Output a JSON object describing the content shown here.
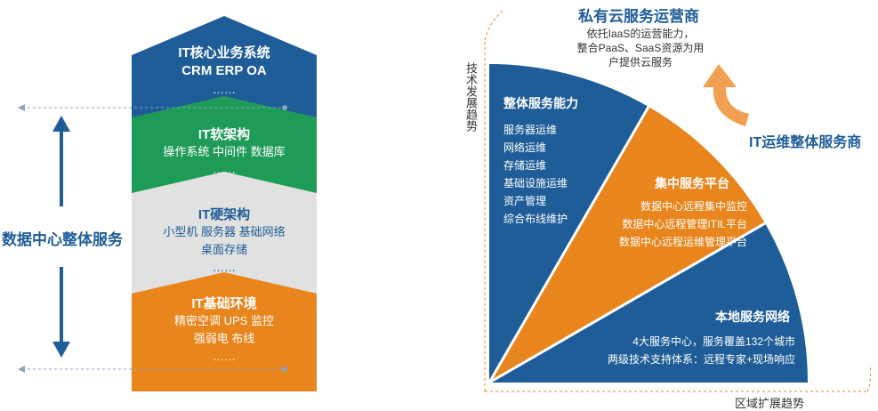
{
  "left": {
    "side_label": "数据中心整体服务",
    "layers": {
      "business": {
        "title": "IT核心业务系统",
        "line1": "CRM  ERP  OA",
        "line2": "……",
        "color": "#1e5d98"
      },
      "software": {
        "title": "IT软架构",
        "line1": "操作系统  中间件  数据库",
        "line2": "……",
        "color": "#1f9b58"
      },
      "hardware": {
        "title": "IT硬架构",
        "line1": "小型机 服务器 基础网络",
        "line2": "桌面存储",
        "line3": "……",
        "color": "#e1e1e1"
      },
      "base": {
        "title": "IT基础环境",
        "line1": "精密空调 UPS 监控",
        "line2": "强弱电  布线",
        "line3": "……",
        "color": "#e8851c"
      }
    }
  },
  "right": {
    "top_title": "私有云服务运营商",
    "top_desc": [
      "依托IaaS的运营能力，",
      "整合PaaS、SaaS资源为用",
      "户提供云服务"
    ],
    "axis_vertical": "技术发展趋势",
    "axis_horizontal": "区域扩展趋势",
    "arrow_label": "IT运维整体服务商",
    "sectors": {
      "overall": {
        "title": "整体服务能力",
        "items": [
          "服务器运维",
          "网络运维",
          "存储运维",
          "基础设施运维",
          "资产管理",
          "综合布线维护"
        ],
        "color": "#1e5d98"
      },
      "central": {
        "title": "集中服务平台",
        "items": [
          "数据中心远程集中监控",
          "数据中心远程管理ITIL平台",
          "数据中心远程运维管理平台"
        ],
        "color": "#e8851c"
      },
      "local": {
        "title": "本地服务网络",
        "items": [
          "4大服务中心，服务覆盖132个城市",
          "两级技术支持体系：远程专家+现场响应"
        ],
        "color": "#1e5d98"
      }
    }
  }
}
